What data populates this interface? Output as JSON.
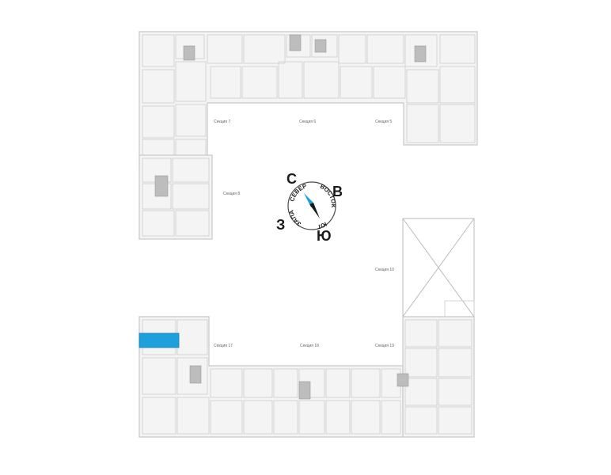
{
  "floor_plan": {
    "highlight_color": "#1da0db",
    "sections": {
      "s5": "Секция 5",
      "s6": "Секция 6",
      "s7": "Секция 7",
      "s8": "Секция 8",
      "s10": "Секция 10",
      "s17": "Секция 17",
      "s18": "Секция 18",
      "s19": "Секция 19"
    }
  },
  "compass": {
    "north": "С",
    "east": "В",
    "south": "Ю",
    "west": "З",
    "north_word": "СЕВЕР",
    "east_word": "ВОСТОК",
    "south_word": "ЮГ",
    "west_word": "ЗАПАД"
  }
}
